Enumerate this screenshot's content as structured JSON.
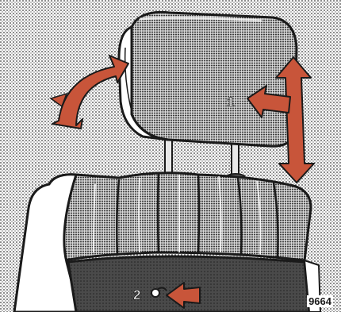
{
  "figure": {
    "code": "9664",
    "callouts": [
      {
        "id": "headrest-adjust",
        "label": "1"
      },
      {
        "id": "seat-release",
        "label": "2"
      }
    ]
  },
  "colors": {
    "arrow": "#c8553a",
    "ink": "#1a1a1a",
    "fabric": "#b9b9b9",
    "paper": "#ffffff"
  },
  "icons": [
    "tilt-arrow-icon",
    "height-arrow-icon",
    "push-arrow-icon",
    "release-lever-icon"
  ]
}
